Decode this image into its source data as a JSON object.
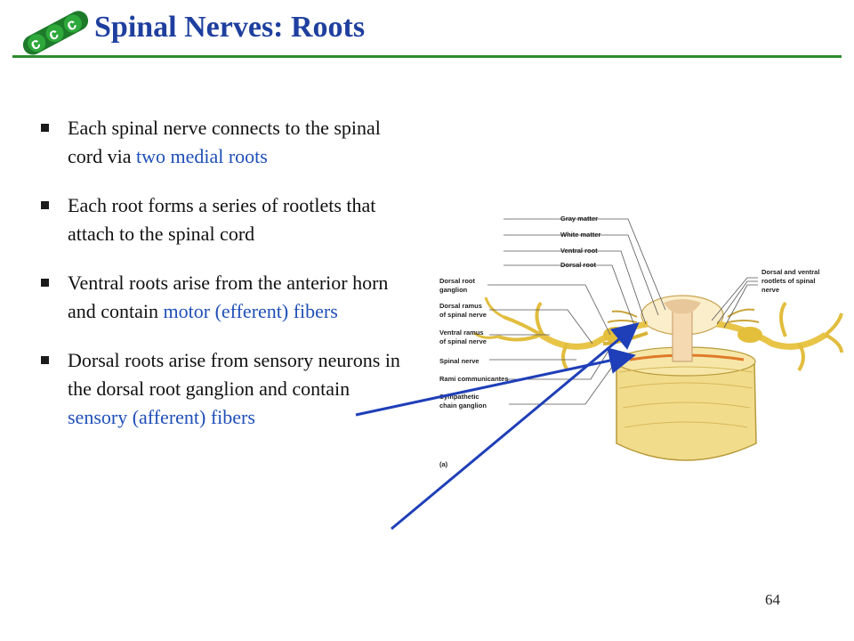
{
  "slide": {
    "title": "Spinal Nerves: Roots",
    "page_number": "64",
    "colors": {
      "title": "#1f3f9f",
      "rule": "#2e8b2e",
      "highlight": "#1f4fb8",
      "arrow": "#1f3fb8"
    }
  },
  "logo": {
    "icon": "ccc-logo"
  },
  "bullets": [
    {
      "pre": "Each spinal nerve connects to the spinal cord via ",
      "highlight": "two medial roots",
      "post": ""
    },
    {
      "pre": "Each root forms a series of rootlets that attach to the spinal cord",
      "highlight": "",
      "post": ""
    },
    {
      "pre": "Ventral roots arise from the anterior horn and contain ",
      "highlight": "motor (efferent) fibers",
      "post": ""
    },
    {
      "pre": "Dorsal roots arise from sensory neurons in the dorsal root ganglion and contain ",
      "highlight": "sensory (afferent) fibers",
      "post": ""
    }
  ],
  "figure": {
    "labels_left": [
      "Gray matter",
      "White matter",
      "Ventral root",
      "Dorsal root",
      "Dorsal root",
      "ganglion",
      "Dorsal ramus",
      "of spinal nerve",
      "Ventral ramus",
      "of spinal nerve",
      "Spinal nerve",
      "Rami communicantes",
      "Sympathetic",
      "chain ganglion"
    ],
    "labels_right": [
      "Dorsal and ventral",
      "rootlets of spinal",
      "nerve"
    ],
    "panel": "(a)"
  }
}
